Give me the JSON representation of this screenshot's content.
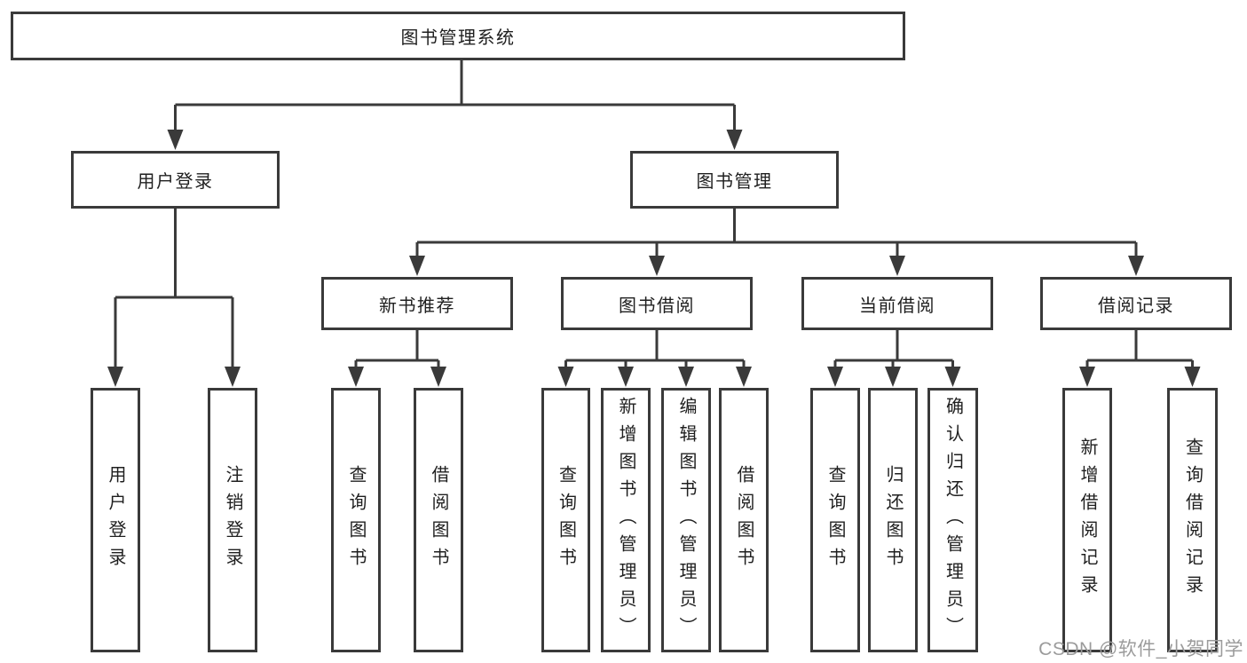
{
  "title": "图书管理系统",
  "watermark": "CSDN @软件_小贺同学",
  "colors": {
    "line": "#3a3a3a",
    "text": "#1f1f1f",
    "watermark": "#9b9b9b",
    "background": "#ffffff"
  },
  "nodes": {
    "root": "图书管理系统",
    "user_login": "用户登录",
    "book_mgmt": "图书管理",
    "new_book_rec": "新书推荐",
    "book_borrow": "图书借阅",
    "current_borrow": "当前借阅",
    "borrow_record": "借阅记录",
    "leaf_user_login": "用户登录",
    "leaf_logout": "注销登录",
    "leaf_query_book_under_rec": "查询图书",
    "leaf_borrow_book_under_rec": "借阅图书",
    "leaf_query_book_under_borrow": "查询图书",
    "leaf_add_book_admin": "新增图书（管理员）",
    "leaf_edit_book_admin": "编辑图书（管理员）",
    "leaf_borrow_book_under_borrow": "借阅图书",
    "leaf_query_book_under_current": "查询图书",
    "leaf_return_book": "归还图书",
    "leaf_confirm_return_admin": "确认归还（管理员）",
    "leaf_add_borrow_record": "新增借阅记录",
    "leaf_query_borrow_record": "查询借阅记录"
  },
  "structure": [
    {
      "parent": "图书管理系统",
      "children": [
        "用户登录",
        "图书管理"
      ]
    },
    {
      "parent": "用户登录",
      "children": [
        "用户登录",
        "注销登录"
      ]
    },
    {
      "parent": "图书管理",
      "children": [
        "新书推荐",
        "图书借阅",
        "当前借阅",
        "借阅记录"
      ]
    },
    {
      "parent": "新书推荐",
      "children": [
        "查询图书",
        "借阅图书"
      ]
    },
    {
      "parent": "图书借阅",
      "children": [
        "查询图书",
        "新增图书（管理员）",
        "编辑图书（管理员）",
        "借阅图书"
      ]
    },
    {
      "parent": "当前借阅",
      "children": [
        "查询图书",
        "归还图书",
        "确认归还（管理员）"
      ]
    },
    {
      "parent": "借阅记录",
      "children": [
        "新增借阅记录",
        "查询借阅记录"
      ]
    }
  ]
}
